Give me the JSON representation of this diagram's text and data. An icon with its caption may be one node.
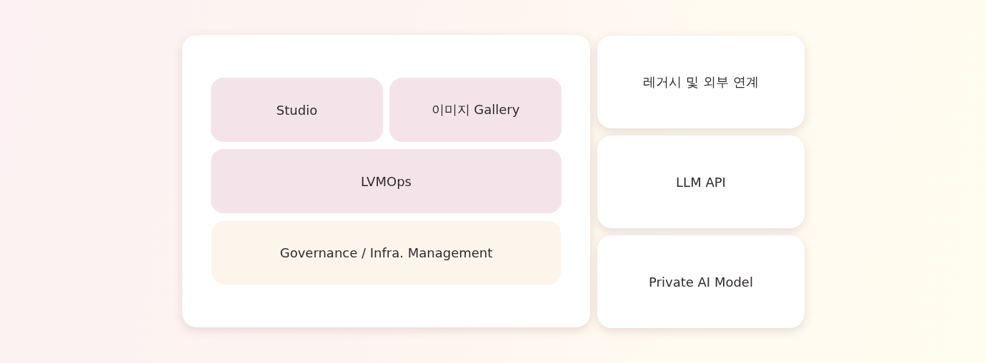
{
  "diagram": {
    "nodes": [
      {
        "text": [],
        "shape": "box"
      },
      {
        "text": [
          "Studio"
        ],
        "in": 0
      },
      {
        "text": [
          "이미지 Gallery"
        ],
        "in": 0
      },
      {
        "text": [
          "LVMOps"
        ],
        "in": 0
      },
      {
        "text": [
          "Governance / Infra. Management"
        ],
        "in": 0
      },
      {
        "text": [
          "레거시 및 외부 연계"
        ]
      },
      {
        "text": [
          "LLM API"
        ]
      },
      {
        "text": [
          "Private AI Model"
        ]
      }
    ]
  }
}
